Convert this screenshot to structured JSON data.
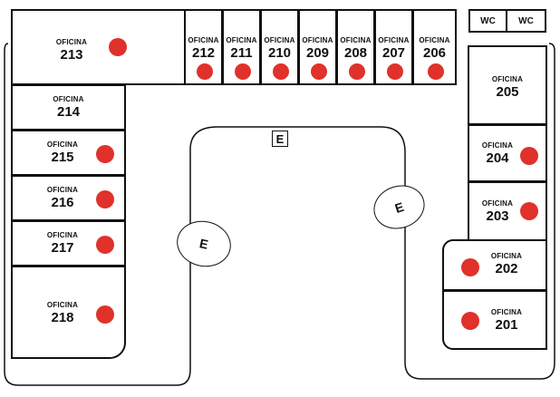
{
  "colors": {
    "occupied_dot": "#e0312b",
    "line": "#111111"
  },
  "office_word": "OFICINA",
  "offices": [
    {
      "id": "213",
      "occupied": true
    },
    {
      "id": "212",
      "occupied": true
    },
    {
      "id": "211",
      "occupied": true
    },
    {
      "id": "210",
      "occupied": true
    },
    {
      "id": "209",
      "occupied": true
    },
    {
      "id": "208",
      "occupied": true
    },
    {
      "id": "207",
      "occupied": true
    },
    {
      "id": "206",
      "occupied": true
    },
    {
      "id": "214",
      "occupied": false
    },
    {
      "id": "215",
      "occupied": true
    },
    {
      "id": "216",
      "occupied": true
    },
    {
      "id": "217",
      "occupied": true
    },
    {
      "id": "218",
      "occupied": true
    },
    {
      "id": "205",
      "occupied": false
    },
    {
      "id": "204",
      "occupied": true
    },
    {
      "id": "203",
      "occupied": true
    },
    {
      "id": "202",
      "occupied": true
    },
    {
      "id": "201",
      "occupied": true
    }
  ],
  "restrooms": [
    "WC",
    "WC"
  ],
  "elevators": [
    "E",
    "E",
    "E"
  ]
}
